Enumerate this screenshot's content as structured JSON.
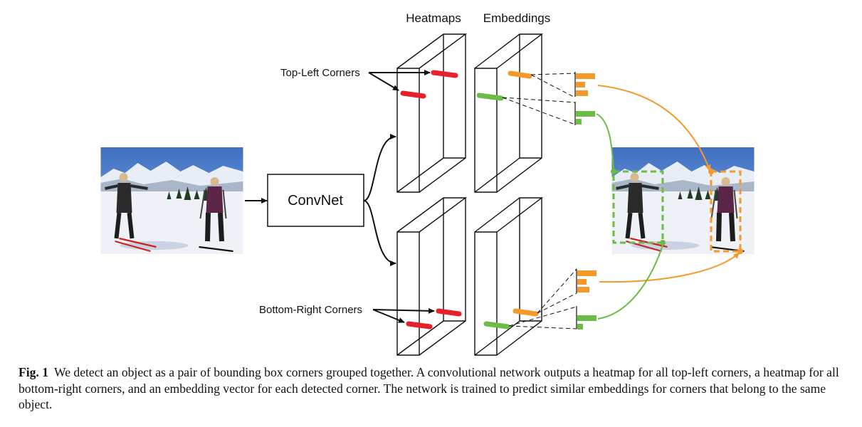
{
  "labels": {
    "heatmaps": "Heatmaps",
    "embeddings": "Embeddings",
    "top_left": "Top-Left Corners",
    "bottom_right": "Bottom-Right Corners",
    "convnet": "ConvNet"
  },
  "caption": {
    "label": "Fig. 1",
    "text": "We detect an object as a pair of bounding box corners grouped together. A convolutional network outputs a heatmap for all top-left corners, a heatmap for all bottom-right corners, and an embedding vector for each detected corner. The network is trained to predict similar embeddings for corners that belong to the same object."
  },
  "colors": {
    "heatmap_mark": "#e8202a",
    "orange": "#f39a2a",
    "green": "#6cbc45",
    "line": "#111111"
  }
}
